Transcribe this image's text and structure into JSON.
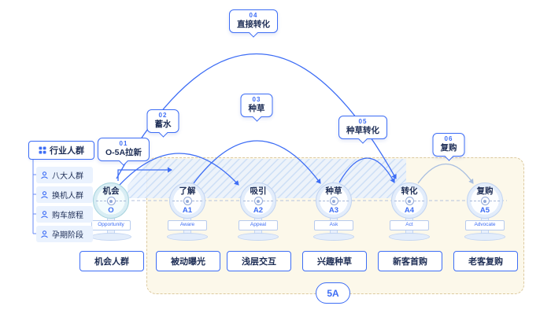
{
  "sidebar": {
    "title": "行业人群",
    "items": [
      {
        "label": "八大人群"
      },
      {
        "label": "换机人群"
      },
      {
        "label": "购车旅程"
      },
      {
        "label": "孕期阶段"
      }
    ]
  },
  "stages": [
    {
      "zh": "机会",
      "code": "O",
      "en": "Opportunity",
      "box": "机会人群"
    },
    {
      "zh": "了解",
      "code": "A1",
      "en": "Aware",
      "box": "被动曝光"
    },
    {
      "zh": "吸引",
      "code": "A2",
      "en": "Appeal",
      "box": "浅层交互"
    },
    {
      "zh": "种草",
      "code": "A3",
      "en": "Ask",
      "box": "兴趣种草"
    },
    {
      "zh": "转化",
      "code": "A4",
      "en": "Act",
      "box": "新客首购"
    },
    {
      "zh": "复购",
      "code": "A5",
      "en": "Advocate",
      "box": "老客复购"
    }
  ],
  "flows": [
    {
      "num": "01",
      "label": "O-5A拉新"
    },
    {
      "num": "02",
      "label": "蓄水"
    },
    {
      "num": "03",
      "label": "种草"
    },
    {
      "num": "04",
      "label": "直接转化"
    },
    {
      "num": "05",
      "label": "种草转化"
    },
    {
      "num": "06",
      "label": "复购"
    }
  ],
  "funnel_label": "5A",
  "colors": {
    "accent": "#3D6DF5",
    "navy": "#1D2D55",
    "zone_bg": "#FCF8EA",
    "zone_border": "#DCC99F",
    "gray_arrow": "#A8BEE0"
  }
}
